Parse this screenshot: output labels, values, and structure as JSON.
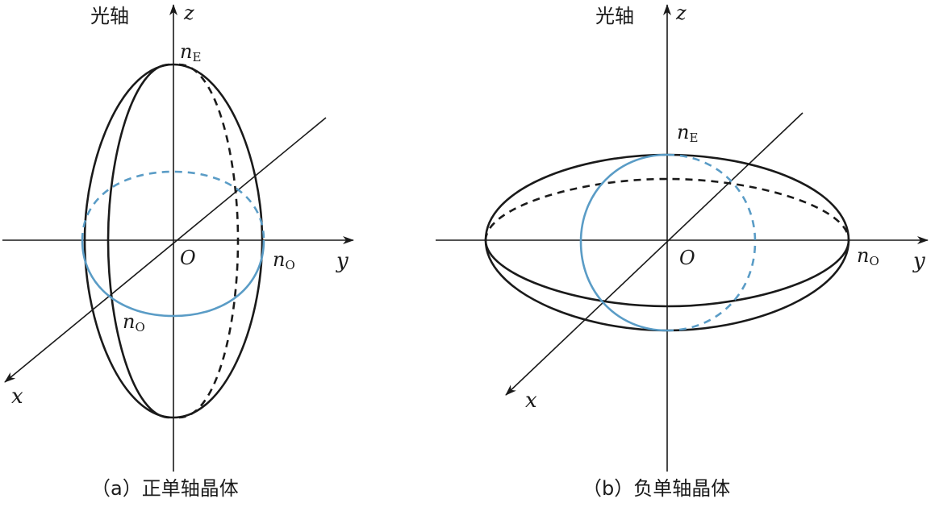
{
  "panel_a": {
    "optic_axis_label": "光轴",
    "z_label": "z",
    "y_label": "y",
    "x_label": "x",
    "origin_label": "O",
    "ne_label": {
      "main": "n",
      "sub": "E"
    },
    "no_right_label": {
      "main": "n",
      "sub": "O"
    },
    "no_lower_label": {
      "main": "n",
      "sub": "O"
    },
    "caption": "（a）正单轴晶体"
  },
  "panel_b": {
    "optic_axis_label": "光轴",
    "z_label": "z",
    "y_label": "y",
    "x_label": "x",
    "origin_label": "O",
    "ne_label": {
      "main": "n",
      "sub": "E"
    },
    "no_label": {
      "main": "n",
      "sub": "O"
    },
    "caption": "（b）负单轴晶体"
  },
  "colors": {
    "outline": "#1a1a1a",
    "ordinary_circle": "#5a9cc6"
  }
}
